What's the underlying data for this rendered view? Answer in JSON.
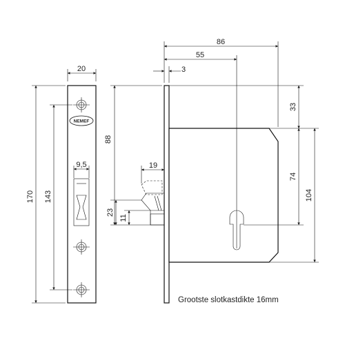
{
  "product": {
    "brand_logo_text": "NEMEF",
    "caption": "Grootste slotkastdikte 16mm"
  },
  "dimensions": {
    "faceplate_width": "20",
    "faceplate_height": "170",
    "screw_hole_spacing": "143",
    "latch_opening_width": "9,5",
    "total_depth": "86",
    "backset": "55",
    "faceplate_thickness": "3",
    "top_to_cylinder": "88",
    "bolt_throw": "19",
    "bolt_height_upper": "23",
    "bolt_height_lower": "11",
    "top_offset": "33",
    "body_to_cylinder": "74",
    "case_height": "104"
  },
  "colors": {
    "line": "#111111",
    "background": "#ffffff"
  }
}
